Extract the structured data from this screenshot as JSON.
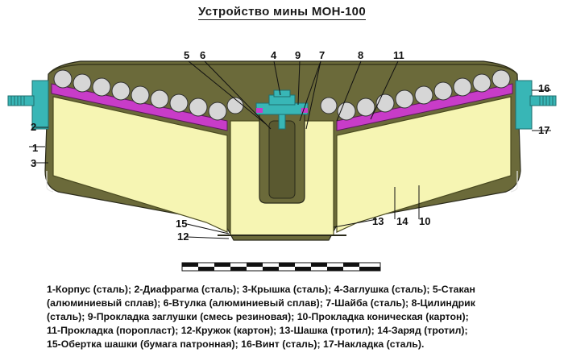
{
  "title": "Устройство мины МОН-100",
  "labels": [
    "1",
    "2",
    "3",
    "4",
    "5",
    "6",
    "7",
    "8",
    "9",
    "10",
    "11",
    "12",
    "13",
    "14",
    "15",
    "16",
    "17"
  ],
  "legend_lines": [
    "1-Корпус (сталь); 2-Диафрагма (сталь); 3-Крышка (сталь); 4-Заглушка (сталь); 5-Стакан",
    "(алюминиевый сплав);  6-Втулка (алюминиевый сплав);  7-Шайба (сталь);  8-Цилиндрик",
    "(сталь);  9-Прокладка заглушки (смесь резиновая);  10-Прокладка коническая (картон);",
    "11-Прокладка (поропласт);  12-Кружок (картон);  13-Шашка (тротил);  14-Заряд (тротил);",
    "15-Обертка шашки (бумага патронная);  16-Винт (сталь);  17-Накладка (сталь)."
  ],
  "colors": {
    "body": "#6b6a3a",
    "charge": "#f6f5b3",
    "diaphragm": "#c83cc8",
    "ball": "#d6d6d6",
    "cap": "#38b6b6",
    "cap_dark": "#1f6f6f",
    "scale_black": "#111111"
  },
  "icons": [
    "left-screw-icon",
    "right-screw-icon"
  ]
}
